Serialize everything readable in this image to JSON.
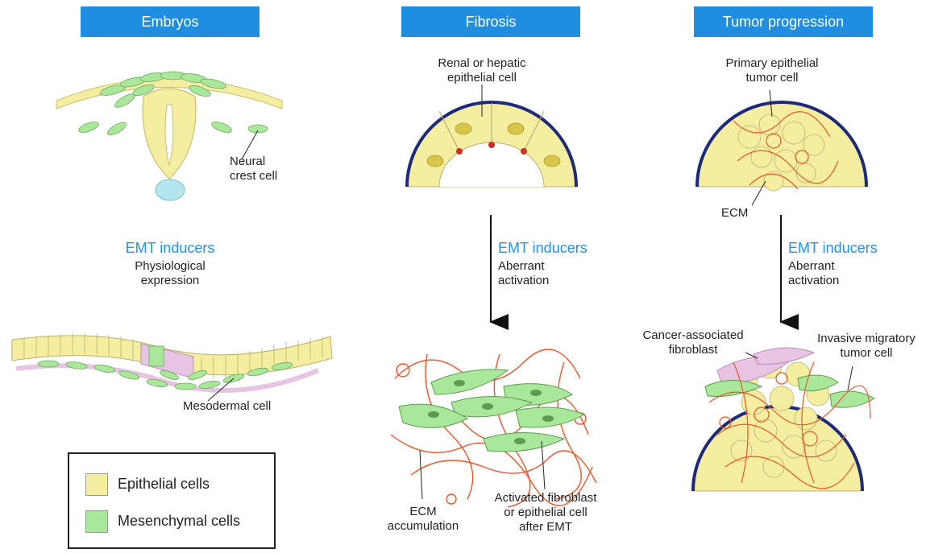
{
  "panels": {
    "embryos": {
      "title": "Embryos",
      "neural_crest_label": [
        "Neural",
        "crest cell"
      ],
      "emt_label": "EMT inducers",
      "emt_note": [
        "Physiological",
        "expression"
      ],
      "mesodermal_label": "Mesodermal cell"
    },
    "fibrosis": {
      "title": "Fibrosis",
      "cell_label": [
        "Renal or hepatic",
        "epithelial cell"
      ],
      "emt_label": "EMT inducers",
      "emt_note": [
        "Aberrant",
        "activation"
      ],
      "ecm_label": [
        "ECM",
        "accumulation"
      ],
      "fibroblast_label": [
        "Activated fibroblast",
        "or epithelial cell",
        "after EMT"
      ]
    },
    "tumor": {
      "title": "Tumor progression",
      "cell_label": [
        "Primary epithelial",
        "tumor cell"
      ],
      "ecm_label": "ECM",
      "emt_label": "EMT inducers",
      "emt_note": [
        "Aberrant",
        "activation"
      ],
      "caf_label": [
        "Cancer-associated",
        "fibroblast"
      ],
      "invasive_label": [
        "Invasive migratory",
        "tumor cell"
      ]
    }
  },
  "legend": {
    "items": [
      {
        "label": "Epithelial cells",
        "color": "#f5eea0"
      },
      {
        "label": "Mesenchymal cells",
        "color": "#a9e89a"
      }
    ]
  },
  "colors": {
    "accent": "#1f8de0",
    "emt_text": "#2a8fe8",
    "epithelial": "#f5eea0",
    "mesenchymal": "#a9e89a",
    "ecm": "#e8562a",
    "basement": "#1c2a7a",
    "mesoderm": "#e8c4e4"
  }
}
